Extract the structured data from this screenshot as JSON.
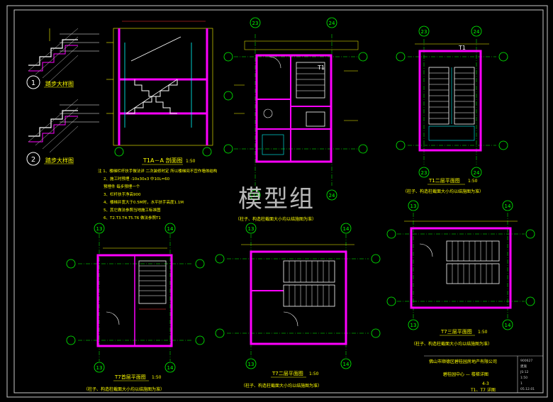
{
  "watermark": "模型组",
  "colors": {
    "background": "#000000",
    "frame": "#c9c9c9",
    "wall": "#ff00ff",
    "dimension": "#ffff00",
    "axis": "#00ff00",
    "detail": "#ffffff",
    "grid": "#00ffff",
    "red": "#ff3030"
  },
  "details": {
    "detail1_label": "踏步大样图",
    "detail1_num": "1",
    "detail2_label": "踏步大样图",
    "detail2_num": "2"
  },
  "section": {
    "title": "T1A－A 剖面图",
    "scale": "1:50"
  },
  "notes": [
    "注 1、楼梯栏杆扶手做法详    二次装修时定    所以楼梯间不宜作墙体结构",
    "2、施工时预埋    -10x30x3    中10L=60",
    "预埋件    每步预埋一个",
    "3、栏杆扶手净高900",
    "4、楼梯井宽大于0.5M时，水平扶手高度1.1M",
    "5、其它做法参照当地施工标准图",
    "6、T2.T3.T4.T5.T6 做法参照T1"
  ],
  "plans": {
    "t1_first": {
      "title": "T1",
      "axis_left_top": "23",
      "axis_right_top": "24",
      "axis_left_bottom": "23",
      "axis_right_bottom": "24",
      "caption": "（柱子、构造柱截面大小均以结施图为准）"
    },
    "t1_second": {
      "title": "T1",
      "axis_left_top": "23",
      "axis_right_top": "24",
      "axis_left_bottom": "23",
      "axis_right_bottom": "24",
      "label": "T1二层平面图",
      "scale": "1:50",
      "caption": "（柱子、构造柱截面大小均以结施图为准）"
    },
    "t7_first": {
      "axis_left_top": "13",
      "axis_right_top": "14",
      "axis_left_bottom": "13",
      "axis_right_bottom": "14",
      "label": "T7首层平面图",
      "scale": "1:50",
      "caption": "（柱子、构造柱截面大小均以结施图为准）"
    },
    "t7_second": {
      "axis_left_top": "13",
      "axis_right_top": "14",
      "axis_left_bottom": "13",
      "axis_right_bottom": "14",
      "label": "T7二层平面图",
      "scale": "1:50",
      "caption": "（柱子、构造柱截面大小均以结施图为准）"
    },
    "t7_third": {
      "axis_left_top": "13",
      "axis_right_top": "14",
      "axis_left_bottom": "13",
      "axis_right_bottom": "14",
      "label": "T7三层平面图",
      "scale": "1:50",
      "caption": "（柱子、构造柱截面大小均以结施图为准）"
    }
  },
  "title_block": {
    "company": "佛山市顺德区碧桂园房地产有限公司",
    "project": "碧桂园中心 — 楼梯详图",
    "sheet": "4-3",
    "drawing": "T1、T7 详图",
    "r1": "900627",
    "r2": "建施",
    "r3": "JS-12",
    "r4": "1:50",
    "r5": "1",
    "r6": "05.12.01"
  }
}
